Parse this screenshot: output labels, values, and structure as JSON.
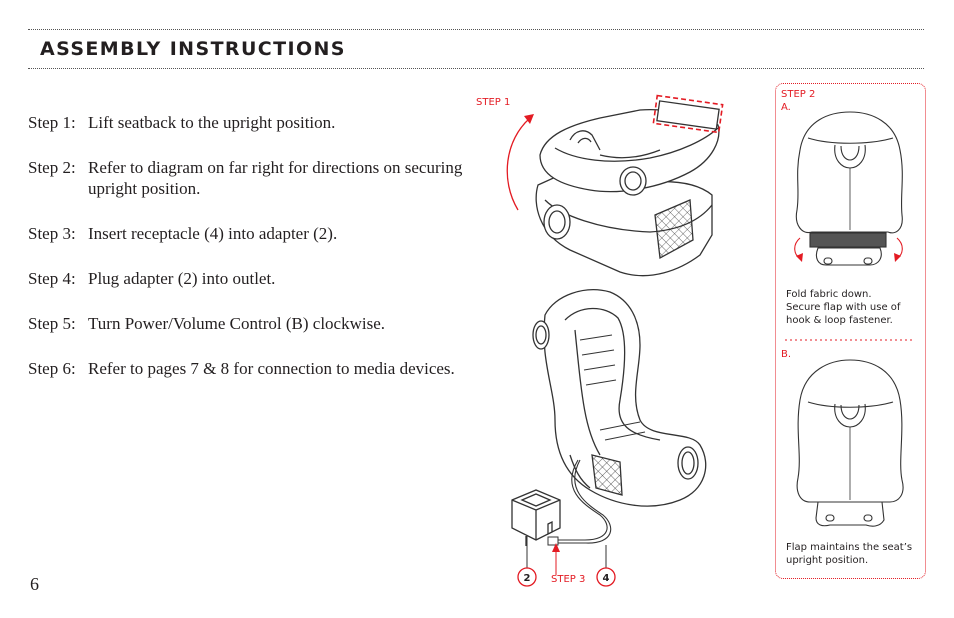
{
  "header": {
    "title": "ASSEMBLY INSTRUCTIONS"
  },
  "steps": [
    {
      "num": "Step 1:",
      "text": "Lift seatback to the upright position."
    },
    {
      "num": "Step 2:",
      "text": "Refer to diagram on far right for directions on securing upright position."
    },
    {
      "num": "Step 3:",
      "text": "Insert receptacle (4) into adapter (2)."
    },
    {
      "num": "Step 4:",
      "text": "Plug adapter (2) into outlet."
    },
    {
      "num": "Step 5:",
      "text": "Turn Power/Volume Control (B) clockwise."
    },
    {
      "num": "Step 6:",
      "text": "Refer to pages 7 & 8 for connection to media devices."
    }
  ],
  "diagram": {
    "step1_label": "STEP 1",
    "step3_label": "STEP 3",
    "callout_adapter": "2",
    "callout_receptacle": "4"
  },
  "step2_panel": {
    "title": "STEP 2",
    "a_label": "A.",
    "a_caption": [
      "Fold fabric down.",
      "Secure flap with use of",
      "hook & loop fastener."
    ],
    "b_label": "B.",
    "b_caption": [
      "Flap maintains the seat’s",
      "upright position."
    ]
  },
  "page_number": "6",
  "colors": {
    "accent": "#e31b23",
    "text": "#231f20",
    "line": "#333333"
  }
}
